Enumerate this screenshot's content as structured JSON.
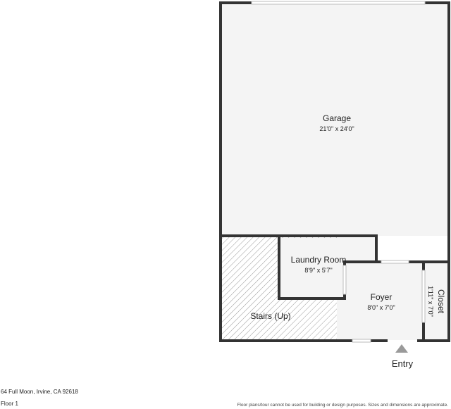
{
  "rooms": {
    "garage": {
      "name": "Garage",
      "dims": "21'0\" x 24'0\""
    },
    "laundry": {
      "name": "Laundry Room",
      "dims": "8'9\" x 5'7\""
    },
    "foyer": {
      "name": "Foyer",
      "dims": "8'0\" x 7'0\""
    },
    "closet": {
      "name": "Closet",
      "dims": "1'11\" x 7'0\""
    },
    "stairs": {
      "name": "Stairs (Up)"
    }
  },
  "entry_label": "Entry",
  "footer": {
    "address": "64 Full Moon, Irvine, CA 92618",
    "floor": "Floor 1",
    "disclaimer": "Floor plans/tour cannot be used for building or design purposes. Sizes and dimensions are approximate."
  },
  "colors": {
    "wall": "#333333",
    "floor": "#f4f4f4",
    "stair_hatch": "#9a9a9a",
    "entry_marker": "#9a9a9a"
  }
}
